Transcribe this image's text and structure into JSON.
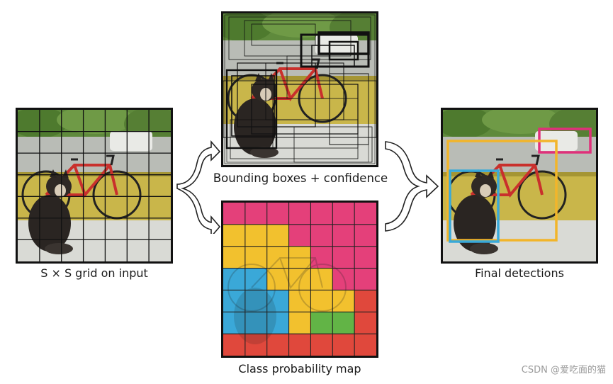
{
  "captions": {
    "input": "S × S grid on input",
    "bbox": "Bounding boxes + confidence",
    "class_map": "Class probability map",
    "final": "Final detections"
  },
  "watermark": "CSDN @爱吃面的猫",
  "class_grid": {
    "rows": 7,
    "cols": 7,
    "cells": [
      "pink",
      "pink",
      "pink",
      "pink",
      "pink",
      "pink",
      "pink",
      "yellow",
      "yellow",
      "yellow",
      "pink",
      "pink",
      "pink",
      "pink",
      "yellow",
      "yellow",
      "yellow",
      "yellow",
      "pink",
      "pink",
      "pink",
      "blue",
      "blue",
      "yellow",
      "yellow",
      "yellow",
      "pink",
      "pink",
      "blue",
      "blue",
      "blue",
      "yellow",
      "yellow",
      "yellow",
      "red",
      "blue",
      "blue",
      "blue",
      "yellow",
      "green",
      "green",
      "red",
      "red",
      "red",
      "red",
      "red",
      "red",
      "red",
      "red"
    ],
    "palette": {
      "pink": "#e4407a",
      "yellow": "#f2c12e",
      "blue": "#3aa8d8",
      "green": "#62b446",
      "red": "#e0483c"
    }
  },
  "detection_colors": {
    "car": "#e0307a",
    "bicycle": "#f2b52a",
    "dog": "#39a9d9"
  }
}
